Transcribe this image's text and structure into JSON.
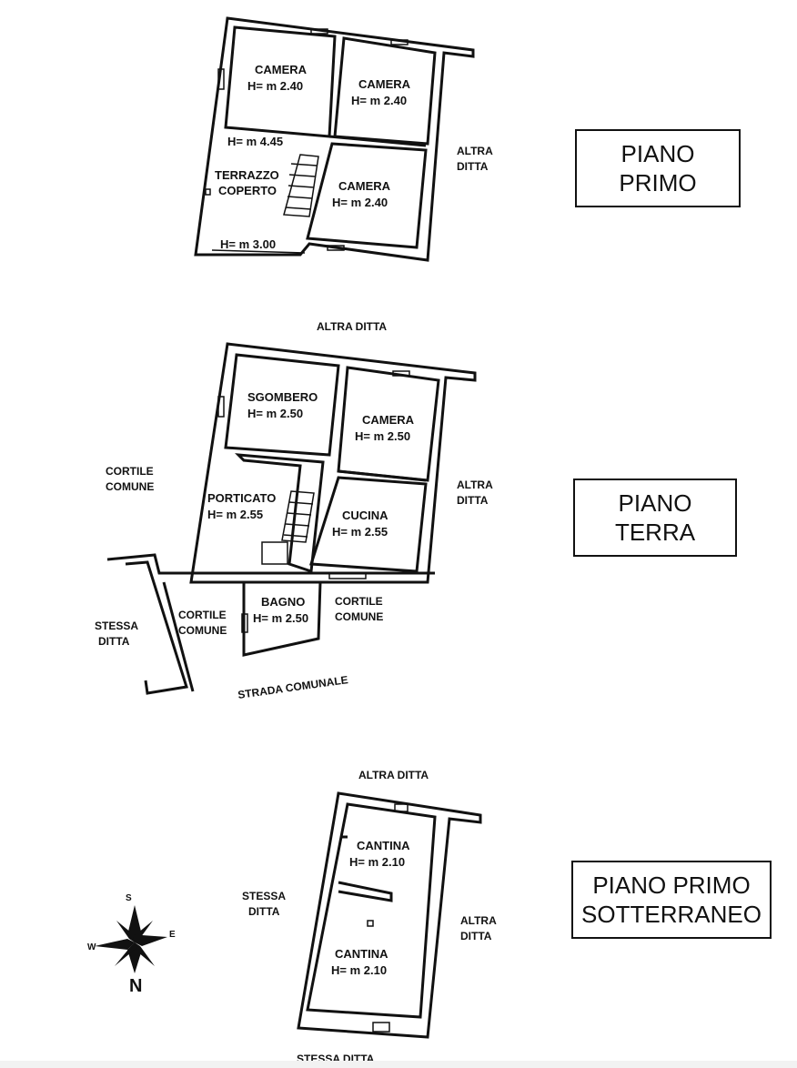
{
  "floors": [
    {
      "line1": "PIANO",
      "line2": "PRIMO",
      "rooms": [
        {
          "name": "CAMERA",
          "height": "H= m 2.40"
        },
        {
          "name": "CAMERA",
          "height": "H= m 2.40"
        },
        {
          "name": "CAMERA",
          "height": "H= m 2.40"
        },
        {
          "name": "TERRAZZO",
          "name2": "COPERTO",
          "height": ""
        }
      ],
      "heights": [
        "H= m 4.45",
        "H= m 3.00"
      ],
      "neighbors": {
        "right_1": "ALTRA",
        "right_2": "DITTA"
      }
    },
    {
      "line1": "PIANO",
      "line2": "TERRA",
      "rooms": [
        {
          "name": "SGOMBERO",
          "height": "H= m 2.50"
        },
        {
          "name": "CAMERA",
          "height": "H= m 2.50"
        },
        {
          "name": "PORTICATO",
          "height": "H= m 2.55"
        },
        {
          "name": "CUCINA",
          "height": "H= m 2.55"
        },
        {
          "name": "BAGNO",
          "height": "H= m 2.50"
        }
      ],
      "neighbors": {
        "top": "ALTRA DITTA",
        "right_1": "ALTRA",
        "right_2": "DITTA",
        "left_1": "CORTILE",
        "left_2": "COMUNE",
        "court_1": "CORTILE",
        "court_2": "COMUNE",
        "court_b1": "CORTILE",
        "court_b2": "COMUNE",
        "same_1": "STESSA",
        "same_2": "DITTA",
        "road": "STRADA COMUNALE"
      }
    },
    {
      "line1": "PIANO PRIMO",
      "line2": "SOTTERRANEO",
      "rooms": [
        {
          "name": "CANTINA",
          "height": "H= m 2.10"
        },
        {
          "name": "CANTINA",
          "height": "H= m 2.10"
        }
      ],
      "neighbors": {
        "top": "ALTRA DITTA",
        "left_1": "STESSA",
        "left_2": "DITTA",
        "right_1": "ALTRA",
        "right_2": "DITTA",
        "bottom": "STESSA DITTA"
      }
    }
  ],
  "compass": {
    "s": "S",
    "e": "E",
    "w": "W",
    "n": "N"
  }
}
